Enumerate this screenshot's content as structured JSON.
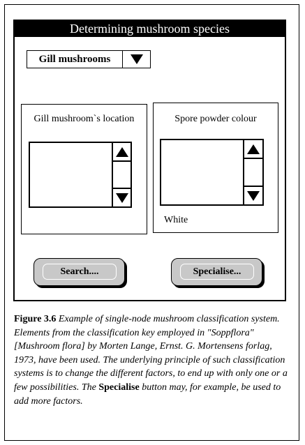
{
  "window": {
    "title": "Determining mushroom species"
  },
  "dropdown": {
    "selected": "Gill mushrooms",
    "arrow_icon": "triangle-down-icon"
  },
  "panels": {
    "location": {
      "label": "Gill mushroom`s location",
      "value": ""
    },
    "spore": {
      "label": "Spore powder colour",
      "value": "White"
    }
  },
  "buttons": {
    "search_label": "Search....",
    "specialise_label": "Specialise..."
  },
  "caption": {
    "figure_label": "Figure 3.6",
    "text_part1": " Example of single-node mushroom classification system. Elements from the classification key employed in \"Soppflora\" [Mushroom flora] by Morten Lange, Ernst. G. Mortensens forlag, 1973, have been used. The underlying principle of such classification systems is to change the different factors, to end up with only one or a few possibilities. The ",
    "emphasis": "Specialise",
    "text_part2": " button may, for example, be used to add more factors."
  }
}
